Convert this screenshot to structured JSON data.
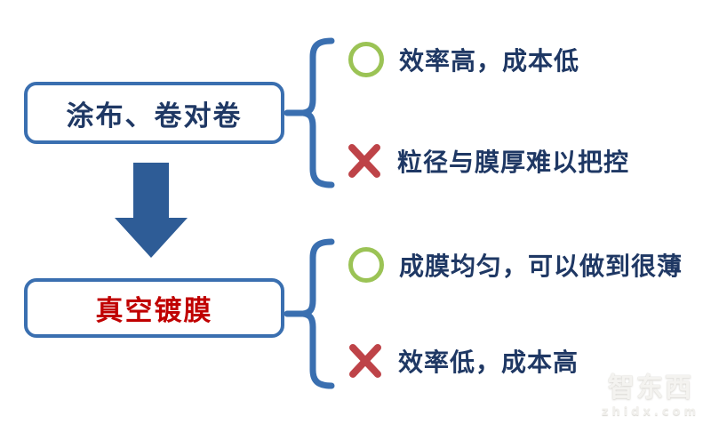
{
  "nodes": [
    {
      "id": "coating",
      "label": "涂布、卷对卷",
      "label_color": "#1f3864",
      "points": [
        {
          "verdict": "pro",
          "text": "效率高，成本低"
        },
        {
          "verdict": "con",
          "text": "粒径与膜厚难以把控"
        }
      ]
    },
    {
      "id": "vacuum",
      "label": "真空镀膜",
      "label_color": "#c00000",
      "points": [
        {
          "verdict": "pro",
          "text": "成膜均匀，可以做到很薄"
        },
        {
          "verdict": "con",
          "text": "效率低，成本高"
        }
      ]
    }
  ],
  "icons": {
    "pro": "green-circle-outline",
    "con": "red-cross",
    "flow": "down-block-arrow"
  },
  "colors": {
    "box_border": "#3a6fb0",
    "brace": "#3a6fb0",
    "arrow": "#2e5c96",
    "text_dark": "#1f3864",
    "text_red": "#c00000",
    "pro_green": "#9bc355",
    "con_red": "#be4348"
  },
  "watermark": {
    "brand": "智东西",
    "domain": "zhidx.com"
  }
}
